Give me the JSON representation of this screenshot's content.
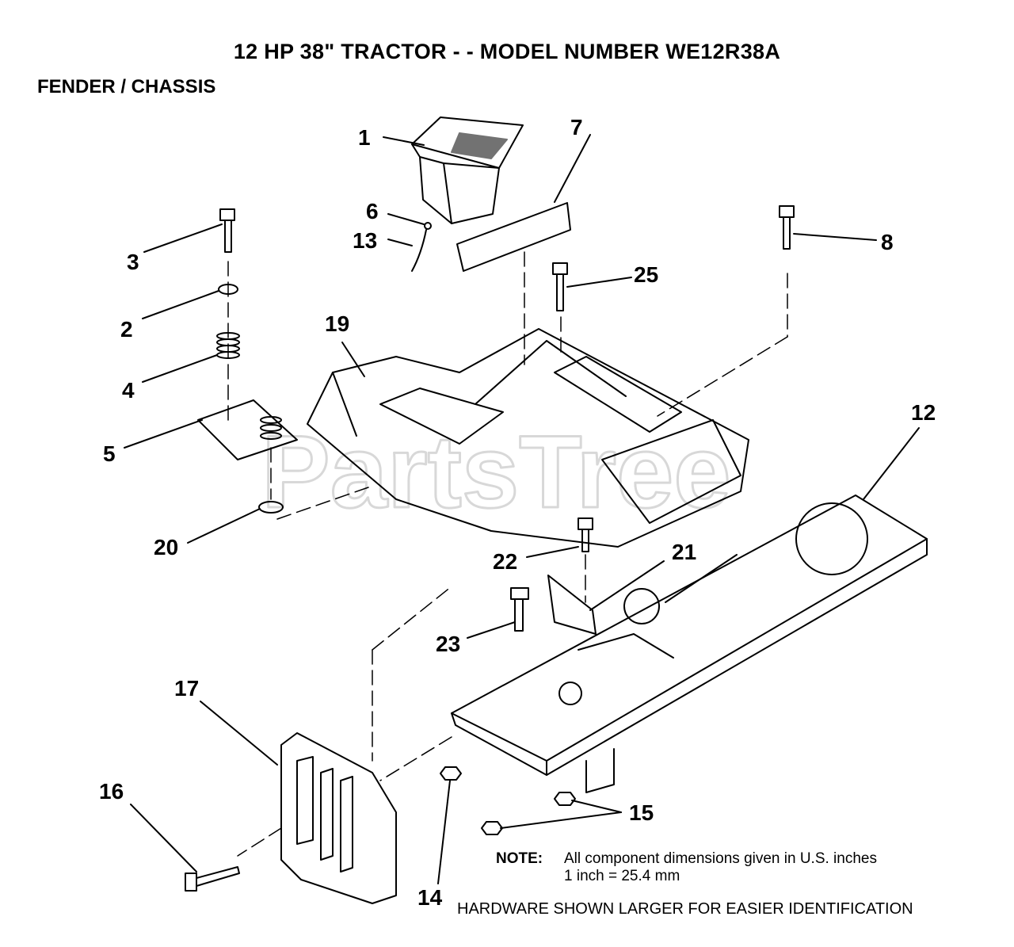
{
  "header": {
    "title": "12 HP 38\" TRACTOR - - MODEL NUMBER WE12R38A",
    "subtitle": "FENDER / CHASSIS"
  },
  "watermark": "PartsTree",
  "callouts": [
    "1",
    "2",
    "3",
    "4",
    "5",
    "6",
    "7",
    "8",
    "12",
    "13",
    "14",
    "15",
    "16",
    "17",
    "19",
    "20",
    "21",
    "22",
    "23",
    "25"
  ],
  "note": {
    "label": "NOTE:",
    "line1": "All component dimensions given in U.S. inches",
    "line2": "1 inch = 25.4 mm"
  },
  "footer": "HARDWARE SHOWN LARGER FOR EASIER IDENTIFICATION"
}
